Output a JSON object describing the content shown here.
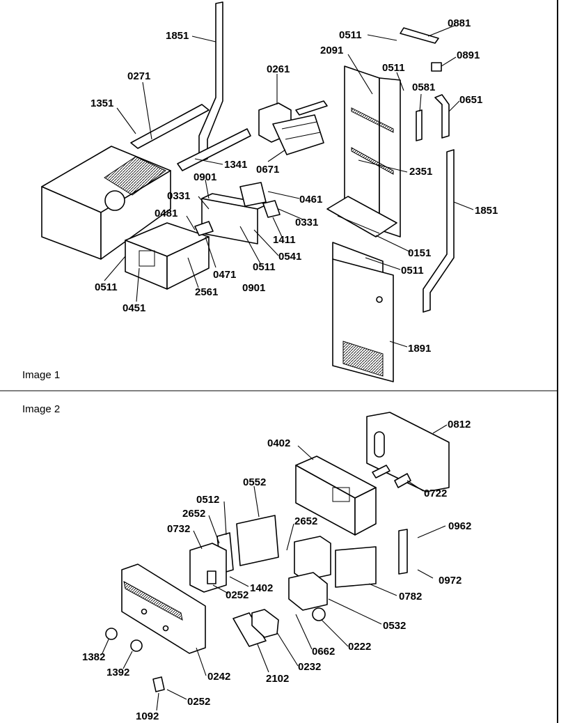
{
  "figure": {
    "panel1": {
      "caption": "Image 1",
      "callouts": [
        "1851",
        "0271",
        "1351",
        "0261",
        "0511",
        "0881",
        "2091",
        "0891",
        "0511",
        "0581",
        "0651",
        "1341",
        "0671",
        "2351",
        "0901",
        "0461",
        "0331",
        "0481",
        "0331",
        "1411",
        "1851",
        "0541",
        "0471",
        "0511",
        "0901",
        "0151",
        "0511",
        "0511",
        "0451",
        "2561",
        "1891"
      ]
    },
    "panel2": {
      "caption": "Image 2",
      "callouts": [
        "0812",
        "0402",
        "0722",
        "0552",
        "0512",
        "2652",
        "2652",
        "0732",
        "0962",
        "1402",
        "0972",
        "0252",
        "0782",
        "0532",
        "0222",
        "0662",
        "1382",
        "1392",
        "0232",
        "0242",
        "2102",
        "0252",
        "1092"
      ]
    }
  }
}
